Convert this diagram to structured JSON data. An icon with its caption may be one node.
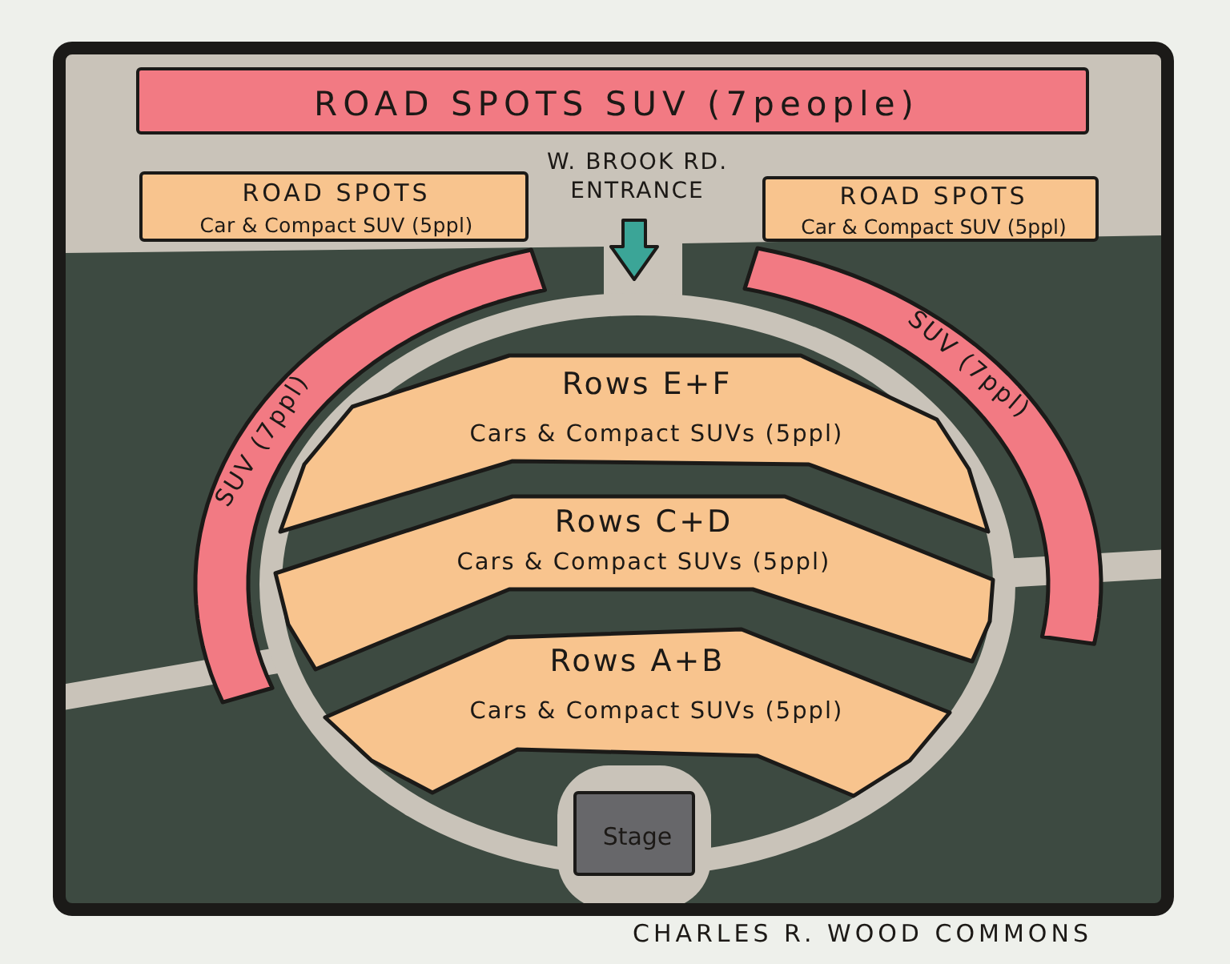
{
  "diagram": {
    "caption": "CHARLES R. WOOD COMMONS",
    "nodes": [
      {
        "text": [
          "ROAD SPOTS SUV (7people)"
        ]
      },
      {
        "text": [
          "ROAD SPOTS",
          "Car & Compact SUV (5ppl)"
        ]
      },
      {
        "text": [
          "ROAD SPOTS",
          "Car & Compact SUV (5ppl)"
        ]
      },
      {
        "text": [
          "SUV (7ppl)"
        ]
      },
      {
        "text": [
          "SUV (7ppl)"
        ]
      },
      {
        "text": [
          "Rows E+F",
          "Cars & Compact SUVs (5ppl)"
        ]
      },
      {
        "text": [
          "Rows C+D",
          "Cars & Compact SUVs (5ppl)"
        ]
      },
      {
        "text": [
          "Rows A+B",
          "Cars & Compact SUVs (5ppl)"
        ]
      },
      {
        "text": [
          "Stage"
        ]
      }
    ],
    "labels": [
      "W. BROOK RD. ENTRANCE"
    ]
  }
}
